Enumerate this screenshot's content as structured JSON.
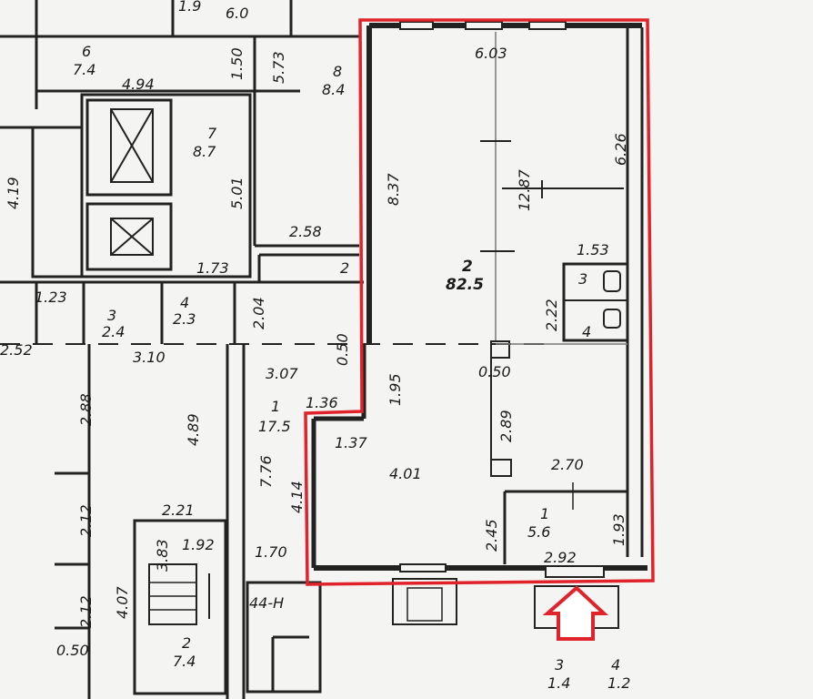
{
  "plan": {
    "highlight_color": "#e0232b",
    "line_color": "#222222",
    "labels": {
      "t_6_0": "6.0",
      "t_1_9": "1.9",
      "room6_num": "6",
      "room6_area": "7.4",
      "t_4_94": "4.94",
      "t_1_50": "1.50",
      "t_5_73": "5.73",
      "room8_num": "8",
      "room8_area": "8.4",
      "room7_num": "7",
      "room7_area": "8.7",
      "t_5_01": "5.01",
      "t_4_19": "4.19",
      "t_2_58": "2.58",
      "t_1_73": "1.73",
      "t_2": "2",
      "t_1_23": "1.23",
      "room3a_num": "3",
      "room3a_area": "2.4",
      "room4a_num": "4",
      "room4a_area": "2.3",
      "t_2_04": "2.04",
      "t_2_52": "2.52",
      "t_3_10": "3.10",
      "t_0_50a": "0.50",
      "t_3_07": "3.07",
      "t_2_88": "2.88",
      "t_4_89": "4.89",
      "room1a_num": "1",
      "room1a_area": "17.5",
      "t_1_36": "1.36",
      "t_7_76": "7.76",
      "t_4_14": "4.14",
      "t_2_21": "2.21",
      "t_2_12a": "2.12",
      "t_3_83": "3.83",
      "t_1_92": "1.92",
      "t_1_70": "1.70",
      "t_4_07": "4.07",
      "t_2_12b": "2.12",
      "t_44h": "44-H",
      "t_0_50b": "0.50",
      "room2a_num": "2",
      "room2a_area": "7.4",
      "t_6_03": "6.03",
      "t_8_37": "8.37",
      "t_6_26": "6.26",
      "t_12_87": "12.87",
      "t_1_53": "1.53",
      "room2_num": "2",
      "room2_area": "82.5",
      "room3_num": "3",
      "t_2_22": "2.22",
      "room4_num": "4",
      "t_1_95": "1.95",
      "t_0_50c": "0.50",
      "t_1_37": "1.37",
      "t_2_89": "2.89",
      "t_4_01": "4.01",
      "t_2_70": "2.70",
      "t_2_45": "2.45",
      "room1_num": "1",
      "room1_area": "5.6",
      "t_1_93": "1.93",
      "t_2_92": "2.92",
      "room3b_num": "3",
      "room3b_area": "1.4",
      "room4b_num": "4",
      "room4b_area": "1.2"
    }
  }
}
